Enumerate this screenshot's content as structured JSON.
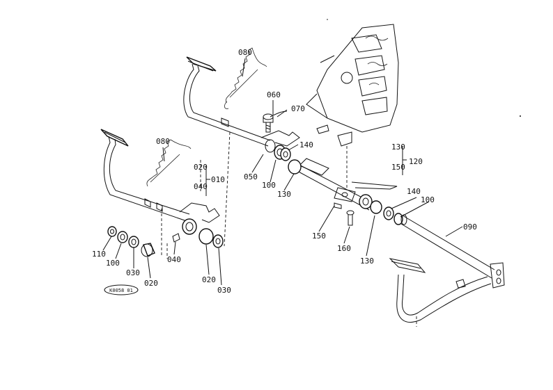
{
  "diagram": {
    "stamp": "K0058 01",
    "parts": {
      "p080a": "080",
      "p080b": "080",
      "p060": "060",
      "p070": "070",
      "p140a": "140",
      "p140b": "140",
      "p050": "050",
      "p100a": "100",
      "p100b": "100",
      "p100c": "100",
      "p130a": "130",
      "p130b": "130",
      "p130c": "130",
      "p150a": "150",
      "p150b": "150",
      "p120": "120",
      "p020a": "020",
      "p020b": "020",
      "p020c": "020",
      "p040a": "040",
      "p040b": "040",
      "p010": "010",
      "p110": "110",
      "p030a": "030",
      "p030b": "030",
      "p160": "160",
      "p090": "090"
    }
  }
}
